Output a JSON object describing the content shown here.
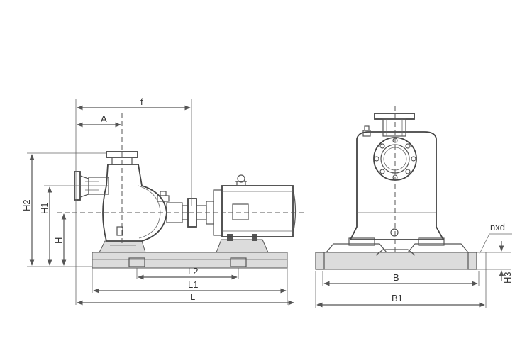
{
  "diagram": {
    "side_labels": {
      "f": "f",
      "A": "A",
      "H2": "H2",
      "H1": "H1",
      "H": "H",
      "L2": "L2",
      "L1": "L1",
      "L": "L"
    },
    "front_labels": {
      "nxd": "nxd",
      "B": "B",
      "B1": "B1",
      "H3": "H3"
    },
    "colors": {
      "line": "#555555",
      "fill": "#dcdcdc",
      "background": "#ffffff"
    }
  }
}
